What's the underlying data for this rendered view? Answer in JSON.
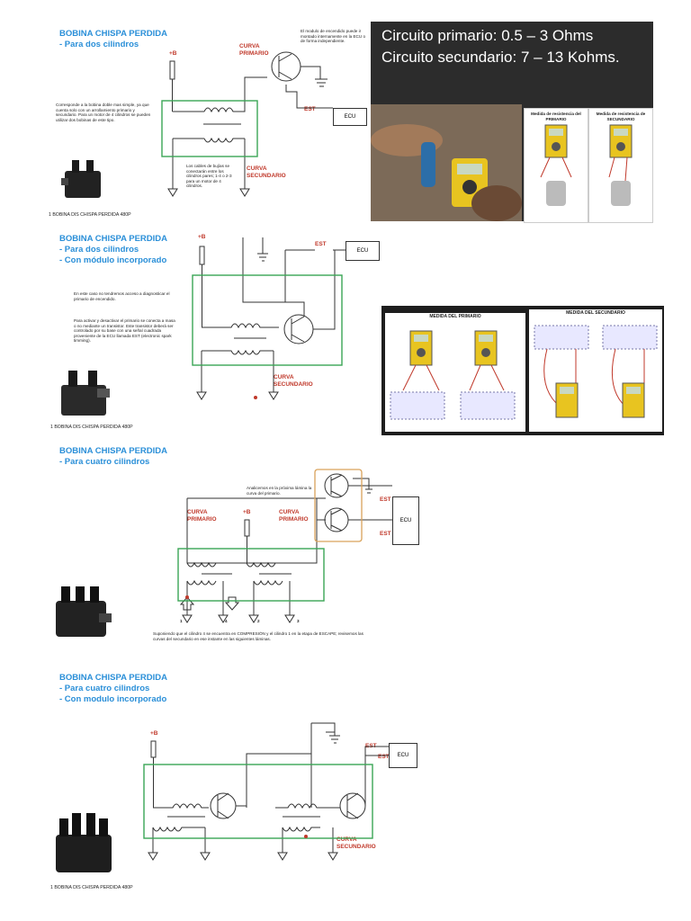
{
  "panel1": {
    "title": [
      "BOBINA CHISPA PERDIDA",
      "- Para dos cilindros"
    ],
    "plus_b": "+B",
    "curva_primario": [
      "CURVA",
      "PRIMARIO"
    ],
    "curva_secundario": [
      "CURVA",
      "SECUNDARIO"
    ],
    "est": "EST",
    "ecu": "ECU",
    "note_top": "El modulo de encendido puede ir montado internamente en la ECU o de forma independiente.",
    "note_left": "Corresponde a la bobina doble mas simple, ya que cuenta solo con un arrollamiento primario y secundario. Para un motor de 4 cilindros se pueden utilizar dos bobinas de este tipo.",
    "note_bottom": "Los cables de bujías se conectarán entre los cilindros pares; 1-4 o 2-3 para un motor de 4 cilindros.",
    "caption": "1 BOBINA DIS CHISPA PERDIDA 480P"
  },
  "video1": {
    "line1": "Circuito primario:  0.5 – 3 Ohms",
    "line2": "Circuito secundario:  7 – 13 Kohms.",
    "card1": "Medida de resistencia del PRIMARIO",
    "card2": "Medida de resistencia de SECUNDARIO"
  },
  "panel2": {
    "title": [
      "BOBINA CHISPA PERDIDA",
      "- Para dos cilindros",
      "- Con módulo incorporado"
    ],
    "plus_b": "+B",
    "est": "EST",
    "ecu": "ECU",
    "curva_secundario": [
      "CURVA",
      "SECUNDARIO"
    ],
    "note1": "En este caso no tendremos acceso a diagnosticar el primario de encendido.",
    "note2": "Para activar y desactivar el primario se conecta a masa o no mediante un transistor. Este transistor deberá ser controlado por su base con una señal cuadrada proveniente de la ECU llamada EST (electronic spark timming).",
    "caption": "1 BOBINA DIS CHISPA PERDIDA 480P"
  },
  "video2": {
    "label_primary": "MEDIDA DEL PRIMARIO",
    "label_secondary": "MEDIDA DEL SECUNDARIO"
  },
  "panel3": {
    "title": [
      "BOBINA CHISPA PERDIDA",
      "- Para cuatro cilindros"
    ],
    "plus_b": "+B",
    "curva_primario_a": [
      "CURVA",
      "PRIMARIO"
    ],
    "curva_primario_b": [
      "CURVA",
      "PRIMARIO"
    ],
    "est_a": "EST",
    "est_b": "EST",
    "ecu": "ECU",
    "note_top": "Analicemos en la próxima lámina la curva del primario.",
    "cyl": [
      "1",
      "4",
      "2",
      "3"
    ],
    "note_bottom": "Suponiendo que el cilindro 4 se encuentra en COMPRESIÓN y el cilindro 1 en la etapa de ESCAPE; revisemos las curvas del secundario en ese instante en las siguientes láminas."
  },
  "panel4": {
    "title": [
      "BOBINA CHISPA PERDIDA",
      "- Para cuatro cilindros",
      "- Con modulo incorporado"
    ],
    "plus_b": "+B",
    "est_a": "EST",
    "est_b": "EST",
    "ecu": "ECU",
    "curva_secundario": [
      "CURVA",
      "SECUNDARIO"
    ],
    "caption": "1 BOBINA DIS CHISPA PERDIDA 480P"
  },
  "colors": {
    "title_blue": "#2a8fd8",
    "label_red": "#c0392b",
    "box_green": "#3aa655",
    "box_orange": "#d9a25a"
  }
}
